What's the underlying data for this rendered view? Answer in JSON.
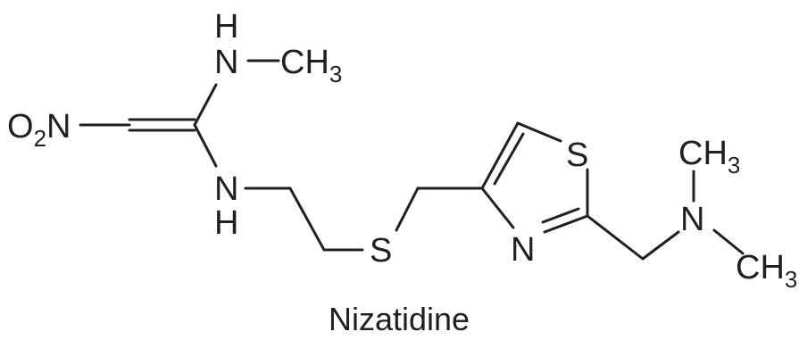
{
  "molecule": {
    "name": "Nizatidine"
  },
  "atoms": {
    "nitro": {
      "main": "O",
      "sub": "2",
      "tail": "N"
    },
    "nh_top_h": "H",
    "nh_top_n": "N",
    "methyl_top": {
      "main": "CH",
      "sub": "3"
    },
    "nh_bottom_n": "N",
    "nh_bottom_h": "H",
    "sulfur_chain": "S",
    "sulfur_ring": "S",
    "nitrogen_ring": "N",
    "nitrogen_amine": "N",
    "methyl_amine_top": {
      "main": "CH",
      "sub": "3"
    },
    "methyl_amine_bottom": {
      "main": "CH",
      "sub": "3"
    }
  },
  "colors": {
    "ink": "#231f20",
    "background": "#ffffff"
  }
}
